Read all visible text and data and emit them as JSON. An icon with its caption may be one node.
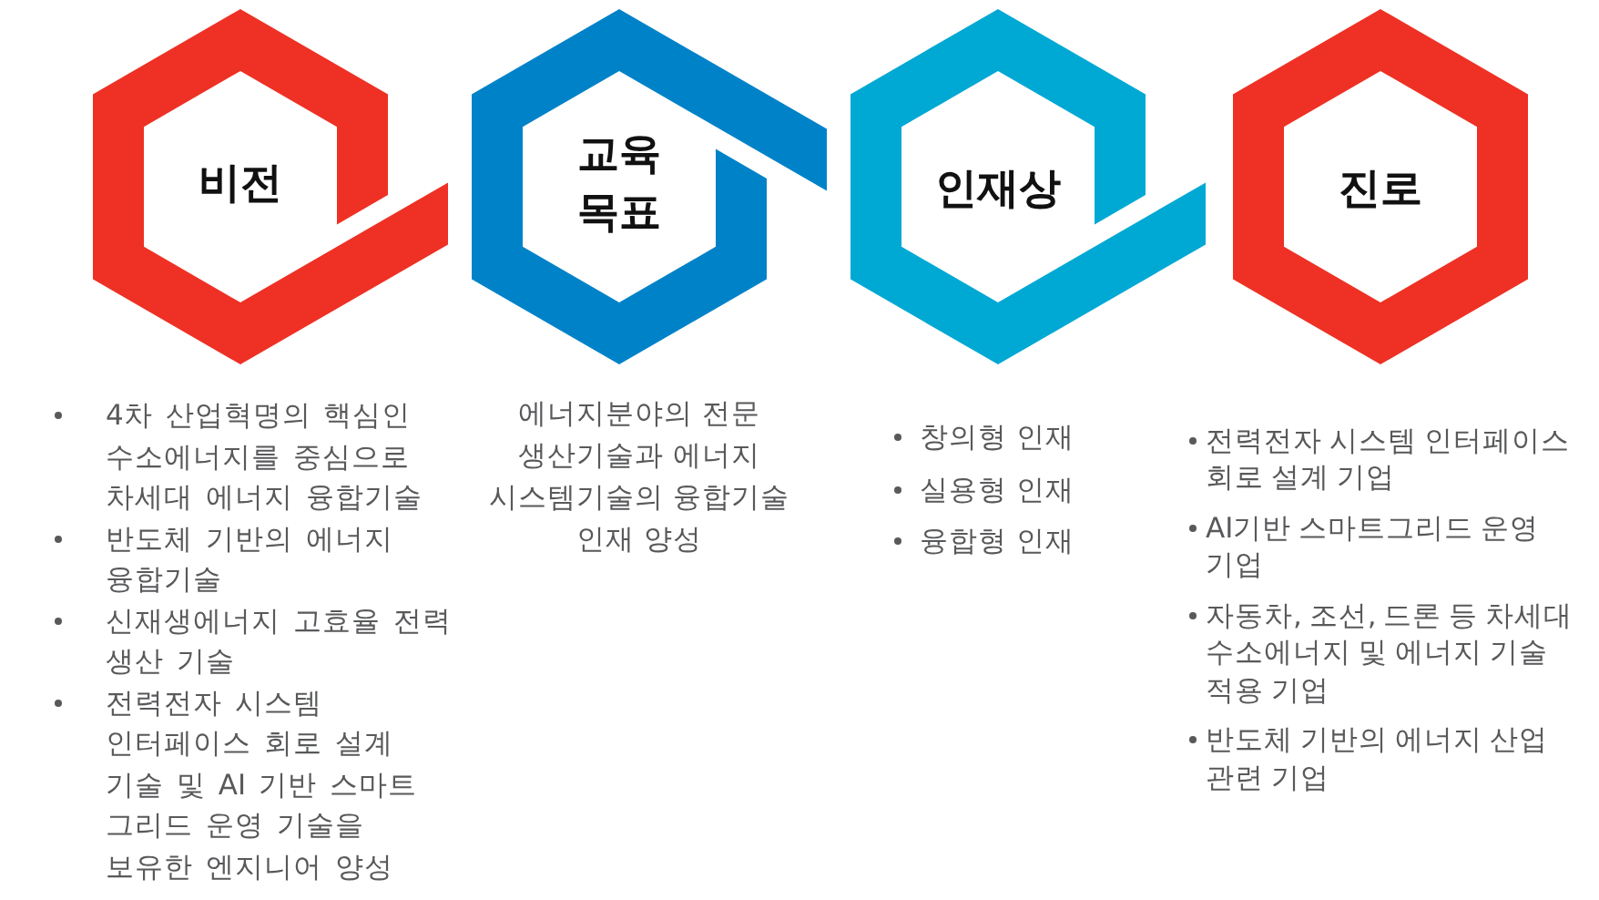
{
  "diagram": {
    "nodes": [
      {
        "text": [
          "비전"
        ],
        "beside": [
          "4차 산업혁명의 핵심인 수소에너지를 중심으로 차세대 에너지 융합기술",
          "반도체 기반의 에너지 융합기술",
          "신재생에너지 고효율 전력 생산 기술",
          "전력전자 시스템 인터페이스 회로 설계 기술 및 AI 기반 스마트 그리드 운영 기술을 보유한 엔지니어 양성"
        ]
      },
      {
        "text": [
          "교육 목표"
        ],
        "beside": [
          "에너지분야의 전문 생산기술과 에너지 시스템기술의 융합기술 인재 양성"
        ]
      },
      {
        "text": [
          "인재상"
        ],
        "beside": [
          "창의형 인재",
          "실용형 인재",
          "융합형 인재"
        ]
      },
      {
        "text": [
          "진로"
        ],
        "beside": [
          "전력전자 시스템 인터페이스 회로 설계 기업",
          "AI기반 스마트그리드 운영 기업",
          "자동차, 조선, 드론 등 차세대 수소에너지 및 에너지 기술 적용 기업",
          "반도체 기반의 에너지 산업 관련 기업"
        ]
      }
    ]
  }
}
